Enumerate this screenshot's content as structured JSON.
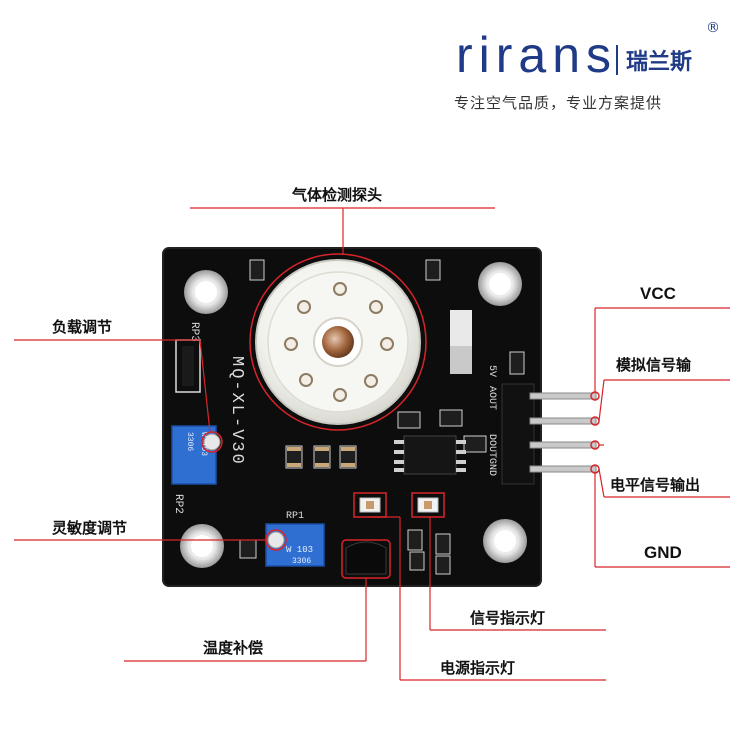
{
  "brand": {
    "logo_text": "rirans",
    "chinese_name": "瑞兰斯",
    "registered_mark": "®",
    "slogan": "专注空气品质，专业方案提供"
  },
  "board": {
    "silkscreen_model": "MQ-XL-V30",
    "rp3_label": "RP3",
    "rp2_label": "RP2",
    "rp1_label": "RP1",
    "pin_5v": "5V",
    "pin_aout": "AOUT",
    "pin_dout": "DOUT",
    "pin_gnd": "GND",
    "pot_code_upper": "W 103",
    "pot_code_lower": "3306",
    "pot_code_left": "W 103",
    "pot_code_left2": "3306"
  },
  "callouts": {
    "gas_probe": "气体检测探头",
    "load_adjust": "负载调节",
    "sensitivity_adjust": "灵敏度调节",
    "temp_compensation": "温度补偿",
    "vcc": "VCC",
    "analog_signal_out": "模拟信号输",
    "level_signal_out": "电平信号输出",
    "gnd": "GND",
    "signal_indicator": "信号指示灯",
    "power_indicator": "电源指示灯"
  },
  "colors": {
    "brand_blue": "#1f3a86",
    "leader_red": "#d8242a",
    "pcb_black": "#0d0d0d",
    "pot_blue": "#2f6fd1"
  }
}
